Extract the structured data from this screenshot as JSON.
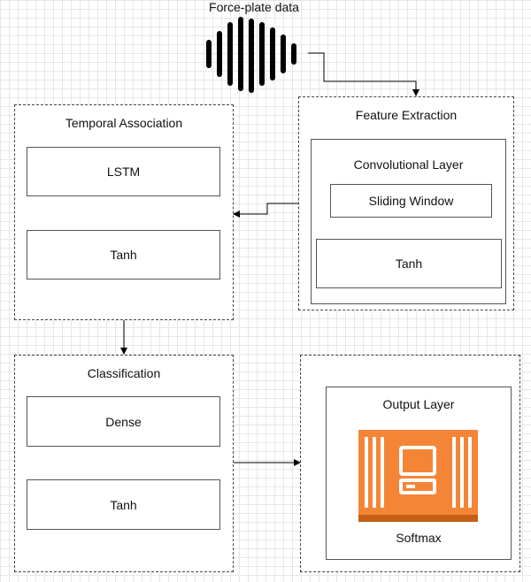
{
  "source_label": "Force-plate data",
  "feature_extraction": {
    "title": "Feature Extraction",
    "conv_title": "Convolutional Layer",
    "sliding_window": "Sliding Window",
    "tanh": "Tanh"
  },
  "temporal_association": {
    "title": "Temporal Association",
    "lstm": "LSTM",
    "tanh": "Tanh"
  },
  "classification": {
    "title": "Classification",
    "dense": "Dense",
    "tanh": "Tanh"
  },
  "output": {
    "title": "Output Layer",
    "softmax": "Softmax",
    "icon_color": "#f58536",
    "icon": "server-icon"
  },
  "colors": {
    "line": "#000000",
    "dashed_border": "#444444"
  }
}
